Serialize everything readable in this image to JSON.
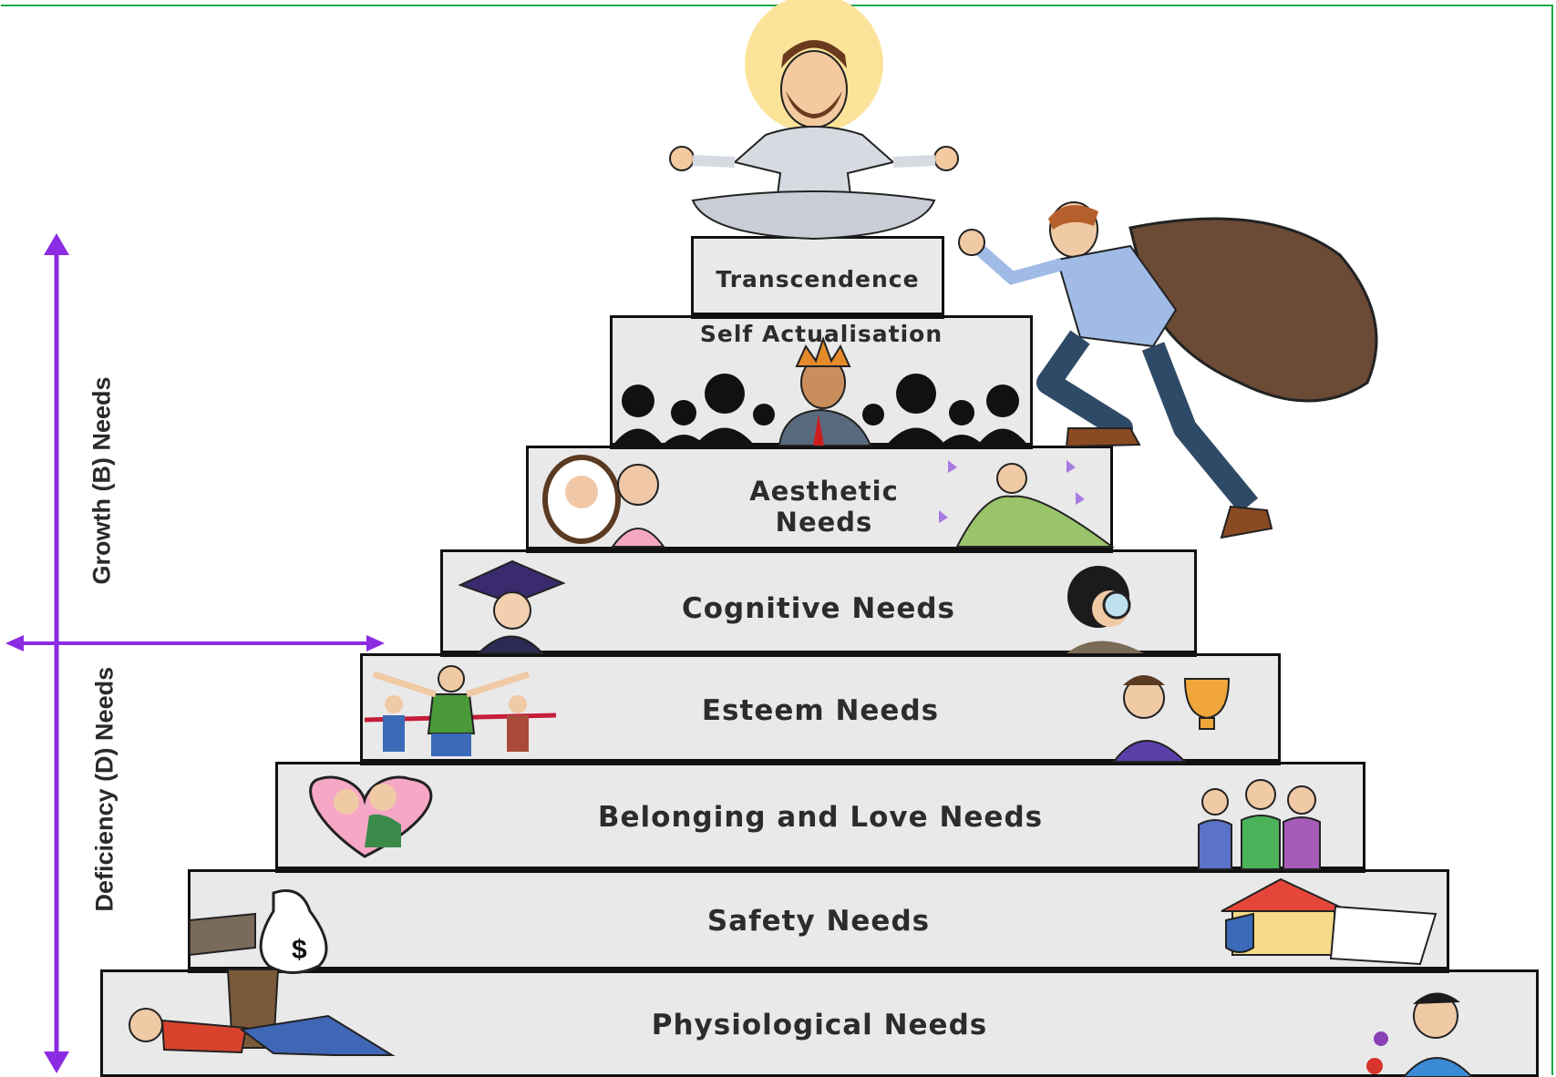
{
  "pyramid": {
    "levels": [
      {
        "name": "Transcendence"
      },
      {
        "name": "Self Actualisation"
      },
      {
        "name": "Aesthetic\nNeeds"
      },
      {
        "name": "Cognitive Needs"
      },
      {
        "name": "Esteem Needs"
      },
      {
        "name": "Belonging and Love Needs"
      },
      {
        "name": "Safety Needs"
      },
      {
        "name": "Physiological Needs"
      }
    ]
  },
  "axis": {
    "growth_label": "Growth (B) Needs",
    "deficiency_label": "Deficiency (D) Needs",
    "arrow_color": "#8b2be2"
  },
  "colors": {
    "step_fill": "#e9e9ea",
    "border": "#111111",
    "frame": "#1fa84a"
  },
  "illustrations": [
    "meditating-man-icon",
    "climbing-man-icon",
    "crowned-man-icon",
    "mirror-icon",
    "butterfly-woman-icon",
    "graduate-icon",
    "magnifier-boy-icon",
    "race-winner-icon",
    "trophy-boy-icon",
    "heart-couple-icon",
    "friends-icon",
    "money-bag-icon",
    "house-insurance-icon",
    "sleeping-man-icon",
    "eating-boy-icon"
  ]
}
